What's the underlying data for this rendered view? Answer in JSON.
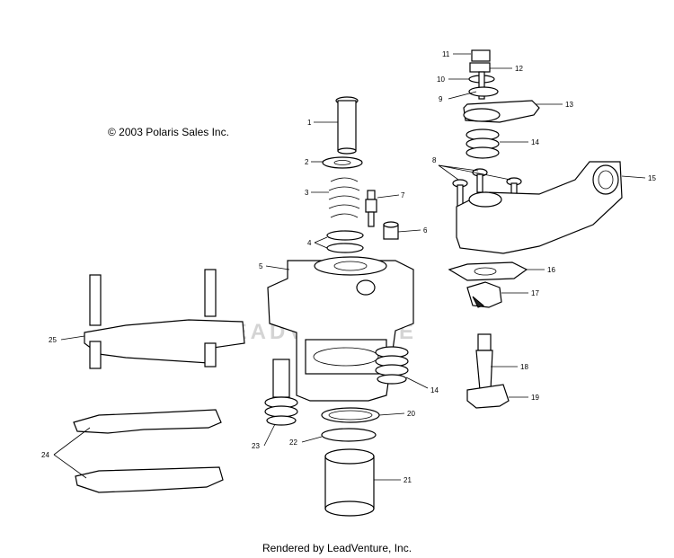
{
  "copyright": "© 2003 Polaris Sales Inc.",
  "footer": "Rendered by LeadVenture, Inc.",
  "watermark": "LEADVENTURE",
  "callouts": [
    "1",
    "2",
    "3",
    "4",
    "5",
    "7",
    "6",
    "8",
    "9",
    "10",
    "11",
    "12",
    "13",
    "14",
    "14",
    "15",
    "16",
    "17",
    "18",
    "19",
    "20",
    "21",
    "22",
    "23",
    "24",
    "25"
  ]
}
